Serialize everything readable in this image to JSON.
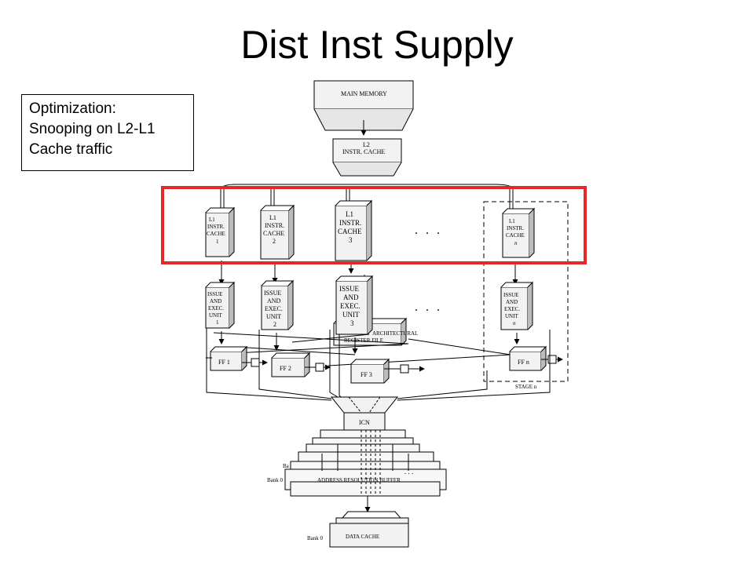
{
  "slide": {
    "title": "Dist Inst Supply",
    "callout": {
      "line1": "Optimization:",
      "line2": "Snooping on L2-L1",
      "line3": "Cache traffic"
    }
  },
  "diagram": {
    "main_memory": "MAIN MEMORY",
    "l2_line1": "L2",
    "l2_line2": "INSTR. CACHE",
    "l1_caches": [
      {
        "line1": "L1",
        "line2": "INSTR.",
        "line3": "CACHE",
        "line4": "1"
      },
      {
        "line1": "L1",
        "line2": "INSTR.",
        "line3": "CACHE",
        "line4": "2"
      },
      {
        "line1": "L1",
        "line2": "INSTR.",
        "line3": "CACHE",
        "line4": "3"
      },
      {
        "line1": "L1",
        "line2": "INSTR.",
        "line3": "CACHE",
        "line4": "n"
      }
    ],
    "issue_units": [
      {
        "line1": "ISSUE",
        "line2": "AND",
        "line3": "EXEC.",
        "line4": "UNIT",
        "line5": "1"
      },
      {
        "line1": "ISSUE",
        "line2": "AND",
        "line3": "EXEC.",
        "line4": "UNIT",
        "line5": "2"
      },
      {
        "line1": "ISSUE",
        "line2": "AND",
        "line3": "EXEC.",
        "line4": "UNIT",
        "line5": "3"
      },
      {
        "line1": "ISSUE",
        "line2": "AND",
        "line3": "EXEC.",
        "line4": "UNIT",
        "line5": "n"
      }
    ],
    "arch_reg_line1": "ARCHITECTURAL",
    "arch_reg_line2": "REGISTER FILE",
    "ff_units": [
      "FF 1",
      "FF 2",
      "FF 3",
      "FF n"
    ],
    "stage_label": "STAGE n",
    "icn": "ICN",
    "bank_label_top": "Ba",
    "bank_label": "Bank 0",
    "arb": "ADDRESS RESOLUTION BUFFER",
    "data_cache": "DATA CACHE",
    "bank_label_bottom": "Bank 0",
    "ellipsis": ". . ."
  },
  "colors": {
    "highlight": "#e8262a",
    "box_fill": "#f2f2f2",
    "box_shade": "#bdbdbd"
  }
}
